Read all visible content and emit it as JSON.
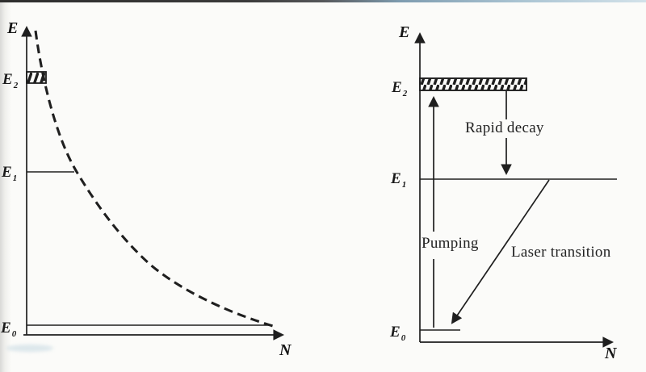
{
  "colors": {
    "ink": "#1f1f1f",
    "paper": "#fbfbf9"
  },
  "left_diagram": {
    "y_axis_label": "E",
    "x_axis_label": "N",
    "level_e2": {
      "base": "E",
      "sub": "2"
    },
    "level_e1": {
      "base": "E",
      "sub": "1"
    },
    "level_e0": {
      "base": "E",
      "sub": "0"
    }
  },
  "right_diagram": {
    "y_axis_label": "E",
    "x_axis_label": "N",
    "level_e2": {
      "base": "E",
      "sub": "2"
    },
    "level_e1": {
      "base": "E",
      "sub": "1"
    },
    "level_e0": {
      "base": "E",
      "sub": "0"
    },
    "labels": {
      "rapid_decay": "Rapid decay",
      "pumping": "Pumping",
      "laser_transition": "Laser transition"
    }
  }
}
